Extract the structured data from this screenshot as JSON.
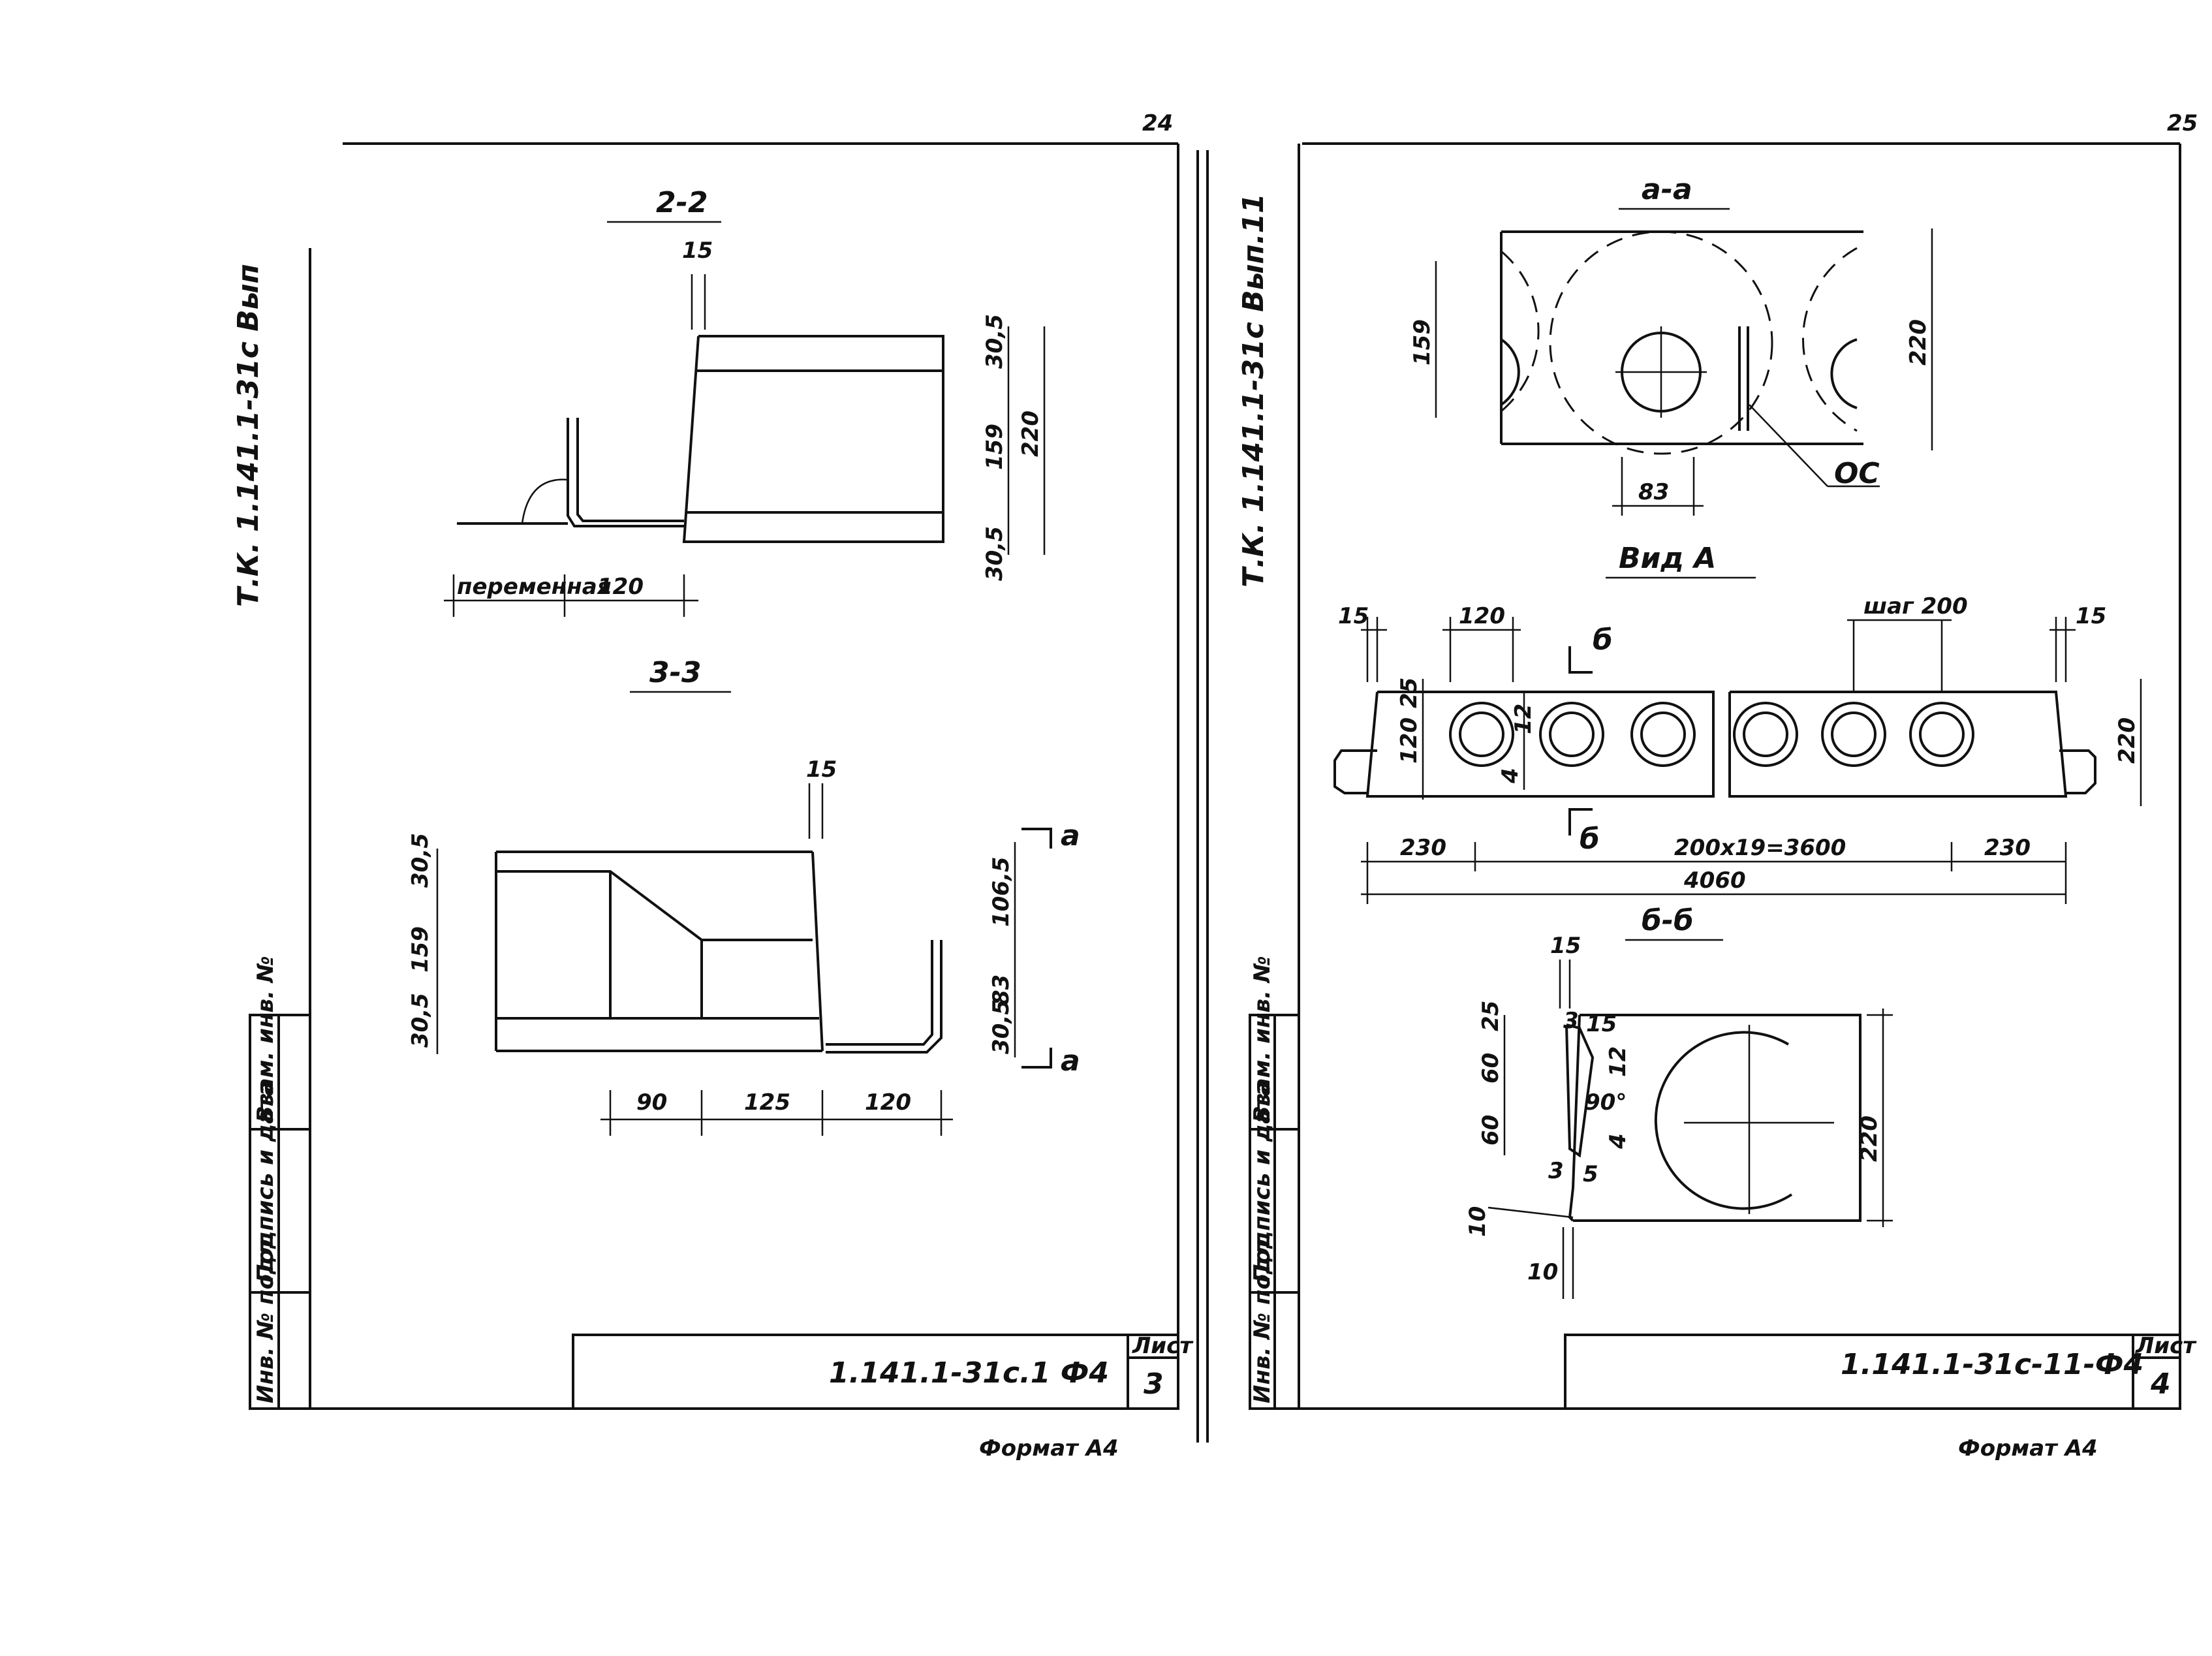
{
  "left_sheet": {
    "page_corner": "24",
    "side_label": "Т.К. 1.141.1-31с Вып",
    "section_2": {
      "title": "2-2",
      "dims": [
        "15",
        "30,5",
        "159",
        "220",
        "30,5",
        "переменная",
        "120"
      ]
    },
    "section_3": {
      "title": "3-3",
      "dims": [
        "15",
        "30,5",
        "159",
        "30,5",
        "106,5",
        "83",
        "30,5",
        "90",
        "125",
        "120"
      ],
      "cut_marks": [
        "а",
        "а"
      ]
    },
    "stamp_column": [
      "Инв. № подл.",
      "Подпись и дата",
      "Взам. инв. №"
    ],
    "title_code": "1.141.1-31с.1 Ф4",
    "sheet_label": "Лист",
    "sheet_number": "3",
    "format_label": "Формат А4"
  },
  "right_sheet": {
    "page_corner": "25",
    "side_label": "Т.К. 1.141.1-31с Вып.11",
    "section_a": {
      "title": "а-а",
      "dims": [
        "159",
        "220",
        "83"
      ],
      "callout": "ОС"
    },
    "view_a": {
      "title": "Вид А",
      "dims": [
        "15",
        "120",
        "шаг 200",
        "15",
        "25",
        "120",
        "12",
        "4",
        "220",
        "230",
        "200х19=3600",
        "230",
        "4060"
      ],
      "cut_marks": [
        "б",
        "б"
      ]
    },
    "section_b": {
      "title": "б-б",
      "dims": [
        "15",
        "25",
        "3",
        "15",
        "12",
        "60",
        "60",
        "90°",
        "4",
        "3",
        "5",
        "220",
        "10",
        "10"
      ]
    },
    "stamp_column": [
      "Инв. № подл.",
      "Подпись и дата",
      "Взам. инв. №"
    ],
    "title_code": "1.141.1-31с-11-Ф4",
    "sheet_label": "Лист",
    "sheet_number": "4",
    "format_label": "Формат А4"
  }
}
